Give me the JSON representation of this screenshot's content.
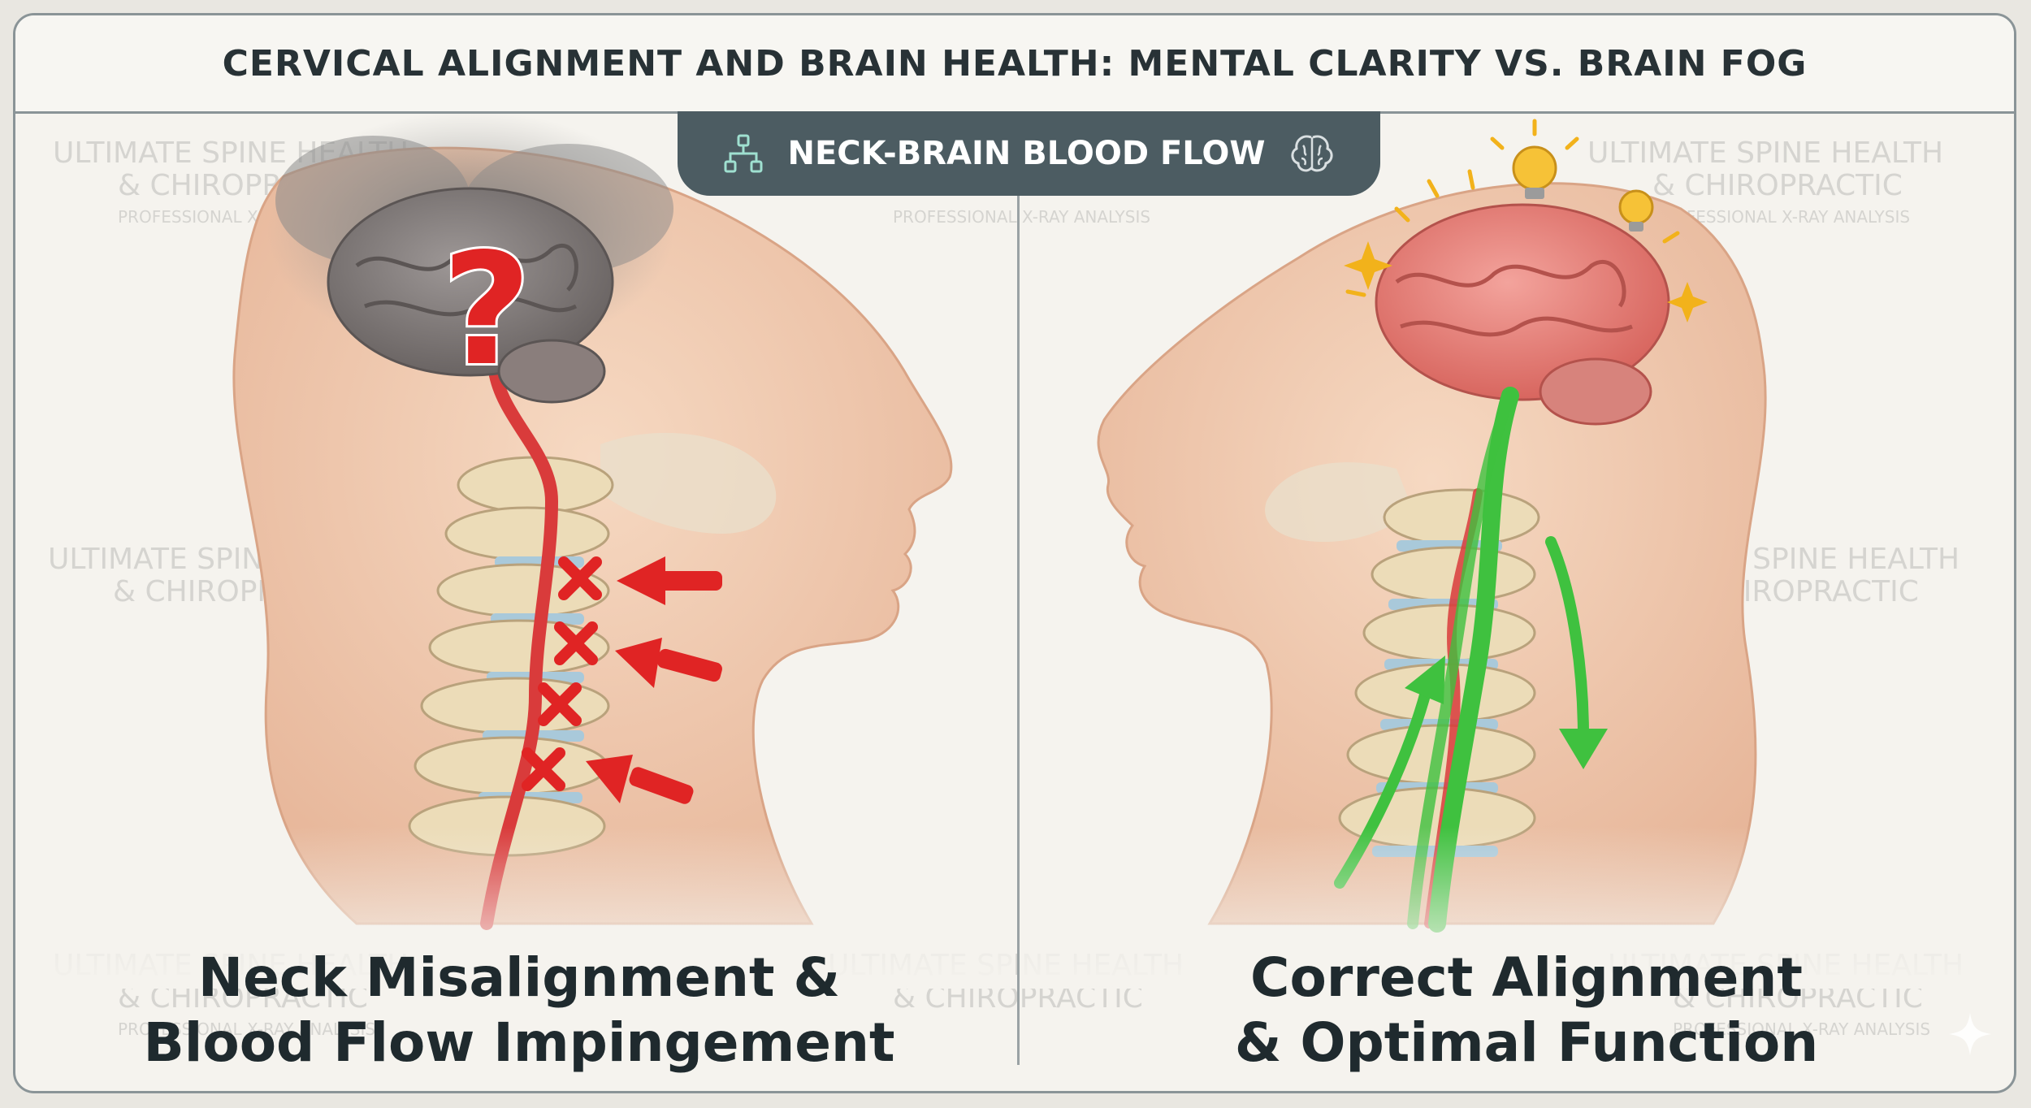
{
  "header": {
    "title": "CERVICAL ALIGNMENT AND BRAIN HEALTH: MENTAL CLARITY VS. BRAIN FOG"
  },
  "section_tab": {
    "label": "NECK-BRAIN BLOOD FLOW",
    "left_icon": "network-diagram-icon",
    "right_icon": "brain-outline-icon"
  },
  "watermark": {
    "line1": "ULTIMATE SPINE HEALTH",
    "line2": "& CHIROPRACTIC",
    "line3": "PROFESSIONAL X-RAY ANALYSIS"
  },
  "left_panel": {
    "caption_line1": "Neck Misalignment &",
    "caption_line2": "Blood Flow Impingement",
    "brain_color": "#7b7675",
    "fog_color": "#6f6f6f",
    "question_mark": "?",
    "blocked_points": 4,
    "pressure_arrows": 3,
    "artery_color": "#d93b3b",
    "block_color": "#e02424"
  },
  "right_panel": {
    "caption_line1": "Correct Alignment",
    "caption_line2": "& Optimal Function",
    "brain_color": "#e8837c",
    "flow_color": "#3fc13f",
    "bulbs": 2
  },
  "colors": {
    "skin": "#f0c9ad",
    "bone": "#ecdcb8",
    "disc": "#a9c9da",
    "panel_bg": "#f5f3ee",
    "tab_bg": "#4c5c62"
  }
}
